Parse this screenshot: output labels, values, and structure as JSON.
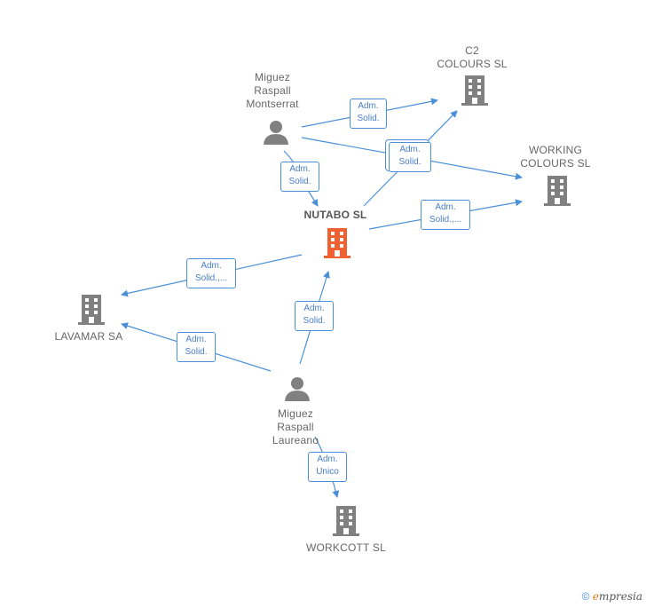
{
  "nodes": {
    "montserrat": {
      "label": "Miguez\nRaspall\nMontserrat",
      "type": "person"
    },
    "c2": {
      "label": "C2\nCOLOURS  SL",
      "type": "company"
    },
    "working": {
      "label": "WORKING\nCOLOURS  SL",
      "type": "company"
    },
    "nutabo": {
      "label": "NUTABO  SL",
      "type": "company-main"
    },
    "lavamar": {
      "label": "LAVAMAR SA",
      "type": "company"
    },
    "laureano": {
      "label": "Miguez\nRaspall\nLaureano",
      "type": "person"
    },
    "workcott": {
      "label": "WORKCOTT  SL",
      "type": "company"
    }
  },
  "edges": [
    {
      "id": "e1",
      "label": "Adm.\nSolid.",
      "from": "montserrat",
      "to": "c2"
    },
    {
      "id": "e2",
      "label": "Adm.\nSolid.",
      "from": "montserrat",
      "to": "working"
    },
    {
      "id": "e3",
      "label": "Adm.\nSolid.",
      "from": "montserrat",
      "to": "nutabo"
    },
    {
      "id": "e4",
      "label": "Adm.\nSolid.",
      "from": "nutabo",
      "to": "c2"
    },
    {
      "id": "e5",
      "label": "Adm.\nSolid.,...",
      "from": "nutabo",
      "to": "working"
    },
    {
      "id": "e6",
      "label": "Adm.\nSolid.,...",
      "from": "nutabo",
      "to": "lavamar"
    },
    {
      "id": "e7",
      "label": "Adm.\nSolid.",
      "from": "laureano",
      "to": "lavamar"
    },
    {
      "id": "e8",
      "label": "Adm.\nSolid.",
      "from": "laureano",
      "to": "nutabo"
    },
    {
      "id": "e9",
      "label": "Adm.\nUnico",
      "from": "laureano",
      "to": "workcott"
    }
  ],
  "colors": {
    "edge": "#4a90d9",
    "company": "#808080",
    "main": "#f06030",
    "person": "#808080"
  },
  "watermark": {
    "copyright": "©",
    "brand_initial": "e",
    "brand_rest": "mpresia"
  }
}
